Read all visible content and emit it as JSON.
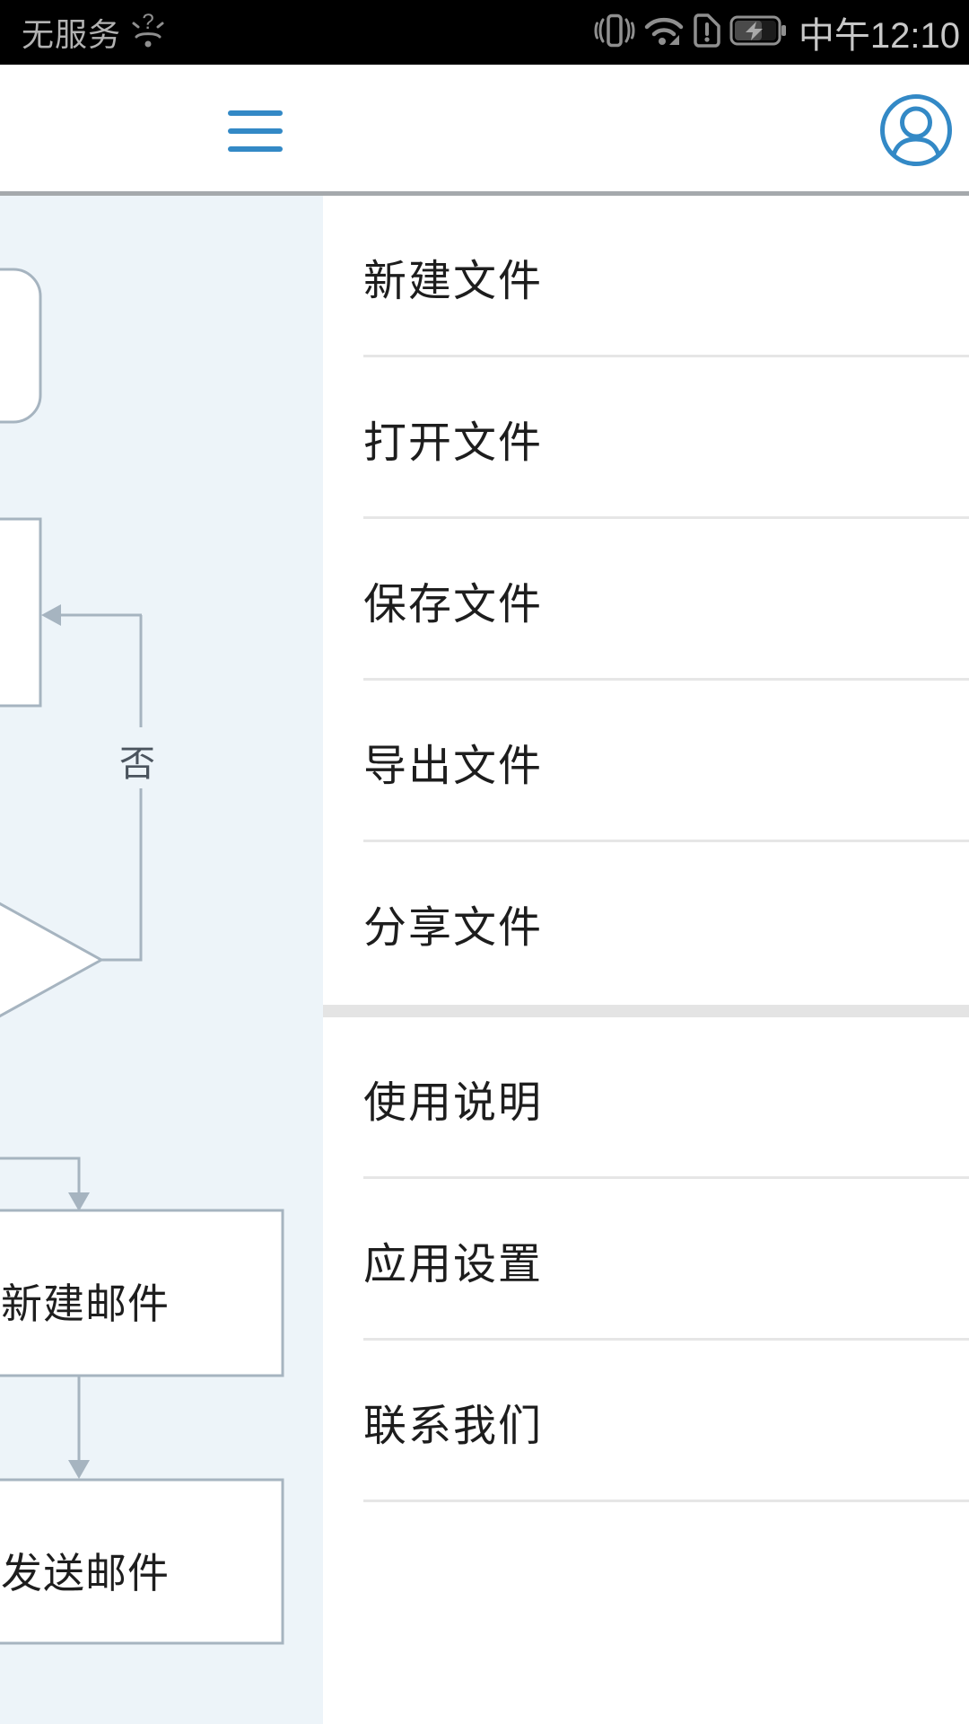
{
  "status_bar": {
    "carrier": "无服务",
    "time": "中午12:10",
    "icons": [
      "wifi-question-icon",
      "vibrate-icon",
      "wifi-icon",
      "sim-alert-icon",
      "battery-charging-icon"
    ]
  },
  "header": {
    "icons": [
      "hamburger-menu-icon",
      "account-icon"
    ]
  },
  "menu": {
    "top_items": [
      "新建文件",
      "打开文件",
      "保存文件",
      "导出文件",
      "分享文件"
    ],
    "bottom_items": [
      "使用说明",
      "应用设置",
      "联系我们"
    ]
  },
  "flowchart": {
    "branch_label": "否",
    "nodes": [
      "新建邮件",
      "发送邮件"
    ]
  },
  "colors": {
    "accent_blue": "#3389c6",
    "panel_background": "#edf4f9",
    "flow_stroke": "#a6b4c0",
    "thin_divider": "#e6e6e6",
    "thick_divider": "#e4e4e4",
    "status_bar_background": "#000000"
  }
}
